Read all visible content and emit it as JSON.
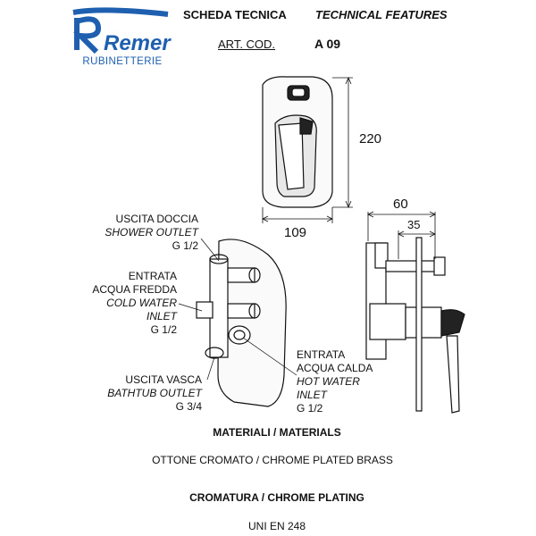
{
  "brand": {
    "name": "Remer",
    "subtitle": "RUBINETTERIE",
    "color": "#1e5fb0"
  },
  "header": {
    "scheda": "SCHEDA TECNICA",
    "features": "TECHNICAL FEATURES",
    "art_label": "ART. COD.",
    "art_code": "A 09"
  },
  "dimensions": {
    "height": "220",
    "width": "109",
    "depth": "60",
    "depth_inner": "35"
  },
  "labels": {
    "shower": [
      "USCITA DOCCIA",
      "SHOWER OUTLET",
      "G 1/2"
    ],
    "cold": [
      "ENTRATA",
      "ACQUA FREDDA",
      "COLD WATER",
      "INLET",
      "G 1/2"
    ],
    "bath": [
      "USCITA VASCA",
      "BATHTUB OUTLET",
      "G 3/4"
    ],
    "hot": [
      "ENTRATA",
      "ACQUA CALDA",
      "HOT WATER",
      "INLET",
      "G 1/2"
    ]
  },
  "materials": {
    "title": "MATERIALI / MATERIALS",
    "value": "OTTONE CROMATO / CHROME PLATED BRASS",
    "plating_title": "CROMATURA / CHROME PLATING",
    "plating_value": "UNI EN 248"
  }
}
